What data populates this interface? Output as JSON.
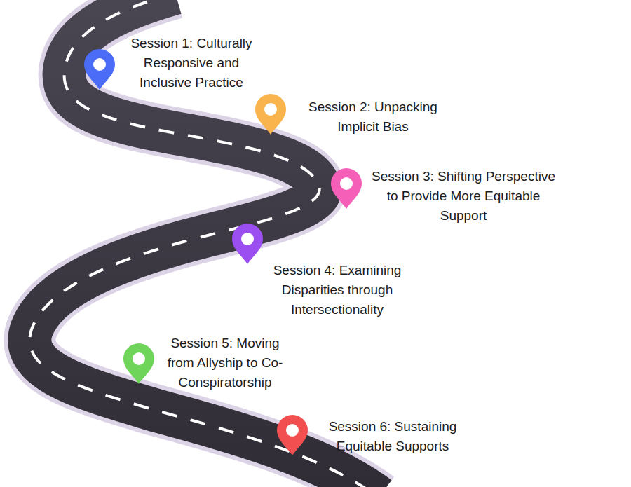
{
  "diagram": {
    "labels": [
      "Session 1: Culturally Responsive and Inclusive Practice",
      "Session 2: Unpacking Implicit Bias",
      "Session 3: Shifting Perspective to Provide More Equitable Support",
      "Session 4: Examining Disparities through Intersectionality",
      "Session 5: Moving from Allyship to Co-Conspiratorship",
      "Session 6: Sustaining Equitable Supports"
    ]
  }
}
